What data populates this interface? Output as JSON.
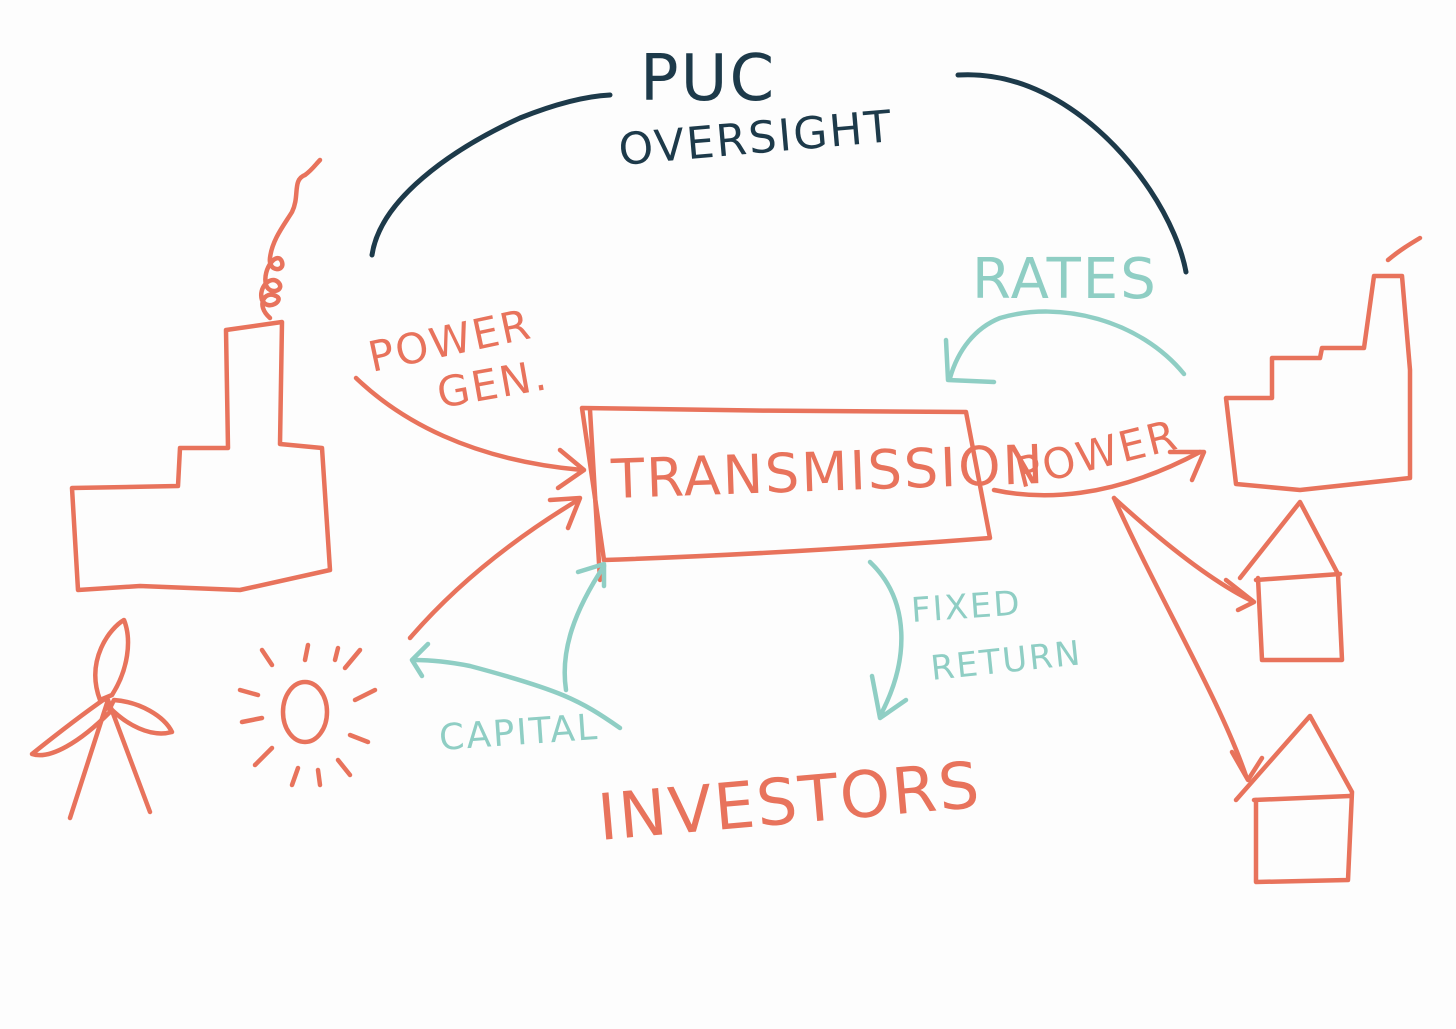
{
  "labels": {
    "puc": "PUC",
    "oversight": "OVERSIGHT",
    "power_gen_1": "POWER",
    "power_gen_2": "GEN.",
    "transmission": "TRANSMISSION",
    "power": "POWER",
    "rates": "RATES",
    "fixed_1": "FIXED",
    "fixed_2": "RETURN",
    "capital": "CAPITAL",
    "investors": "INVESTORS"
  },
  "colors": {
    "red": "#e8735c",
    "teal": "#8fcec4",
    "navy": "#1d3a4a",
    "background": "#fdfdfd"
  }
}
